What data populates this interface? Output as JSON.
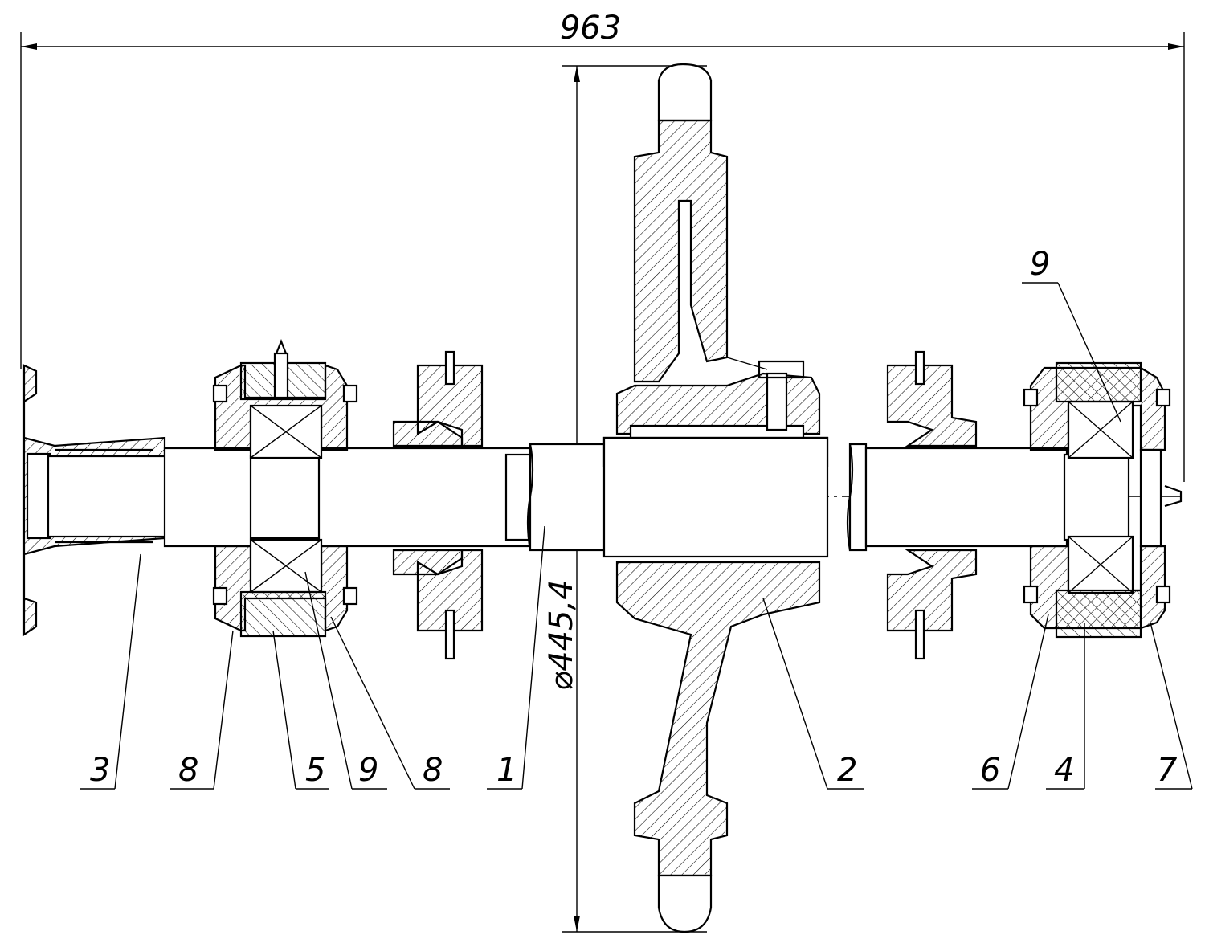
{
  "dimensions": {
    "overall_length": "963",
    "diameter": "⌀445,4"
  },
  "callouts": [
    {
      "id": "c3",
      "label": "3"
    },
    {
      "id": "c8a",
      "label": "8"
    },
    {
      "id": "c5",
      "label": "5"
    },
    {
      "id": "c9a",
      "label": "9"
    },
    {
      "id": "c8b",
      "label": "8"
    },
    {
      "id": "c1",
      "label": "1"
    },
    {
      "id": "c2",
      "label": "2"
    },
    {
      "id": "c6",
      "label": "6"
    },
    {
      "id": "c4",
      "label": "4"
    },
    {
      "id": "c7",
      "label": "7"
    },
    {
      "id": "c9b",
      "label": "9"
    }
  ]
}
